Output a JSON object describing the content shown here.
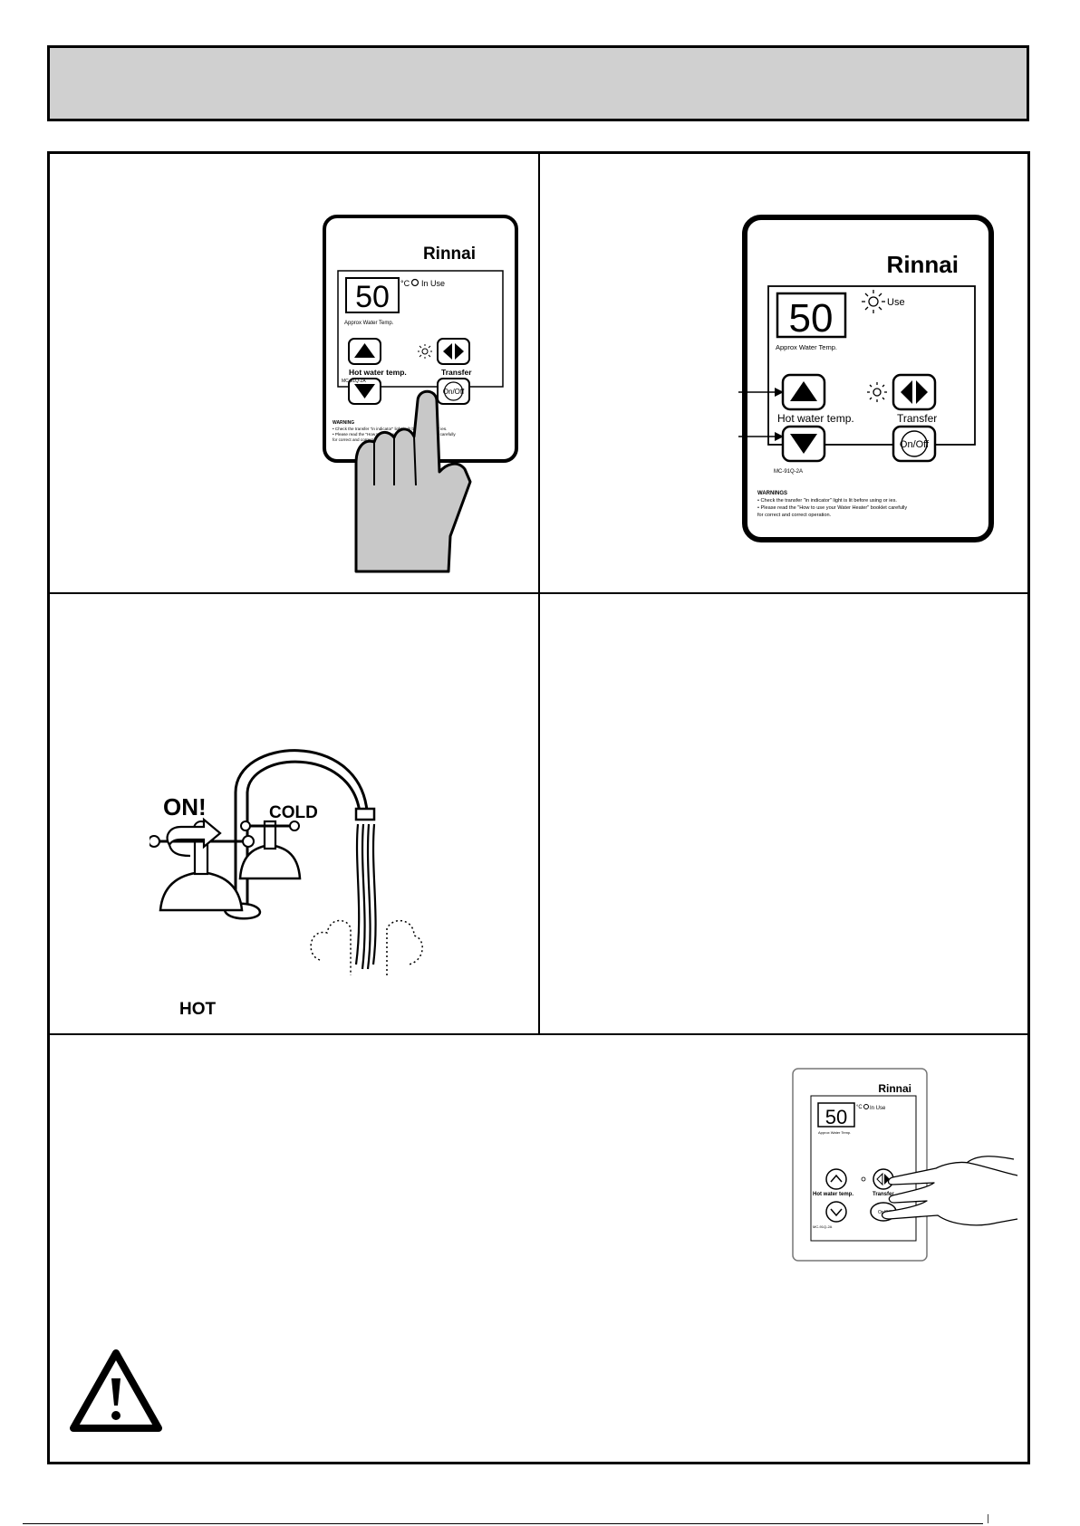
{
  "panels": {
    "panel1": {
      "controller": {
        "brand": "Rinnai",
        "display_value": "50",
        "display_caption": "Approx Water Temp.",
        "unit": "°C",
        "in_use_label": "In Use",
        "hot_water_label": "Hot water temp.",
        "transfer_label": "Transfer",
        "onoff_label": "On/Off",
        "model": "MC-91Q-2A",
        "warning_title": "WARNING",
        "warning_lines": [
          "• Check the transfer \"in indicator\" light is lit before using or ies.",
          "• Please read the \"How to use your Water Heater\" booklet carefully",
          "  for correct and correct operation."
        ]
      }
    },
    "panel2": {
      "controller": {
        "brand": "Rinnai",
        "display_value": "50",
        "display_caption": "Approx Water Temp.",
        "in_use_label": "Use",
        "hot_water_label": "Hot water temp.",
        "transfer_label": "Transfer",
        "onoff_label": "On/Off",
        "model": "MC-91Q-2A",
        "warning_title": "WARNINGS",
        "warning_lines": [
          "• Check the transfer \"in indicator\" light is lit before using or ies.",
          "• Please read the \"How to use your Water Heater\" booklet carefully",
          "  for correct and correct operation."
        ]
      }
    },
    "panel3": {
      "on_label": "ON!",
      "cold_label": "COLD",
      "hot_label": "HOT"
    },
    "panel5": {
      "controller": {
        "brand": "Rinnai",
        "display_value": "50",
        "unit": "°C",
        "in_use_label": "In Use",
        "display_caption": "Approx Water Temp.",
        "hot_water_label": "Hot water temp.",
        "transfer_label": "Transfer",
        "onoff_label": "On/Off",
        "model": "MC-91Q-2A"
      }
    }
  }
}
